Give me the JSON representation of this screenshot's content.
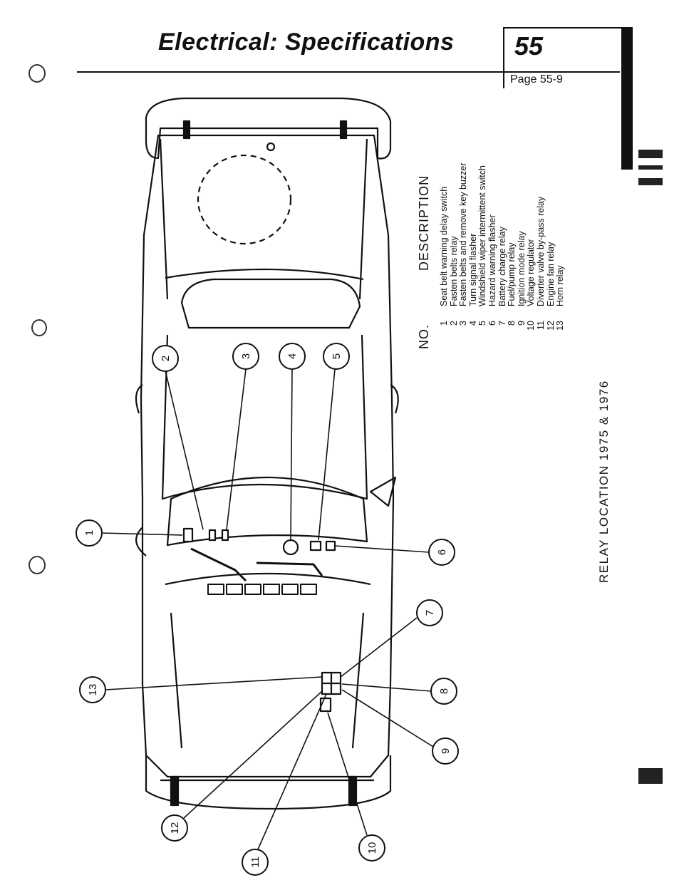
{
  "header": {
    "title": "Electrical: Specifications",
    "section": "55",
    "page": "Page 55-9"
  },
  "table": {
    "col_no": "NO.",
    "col_desc": "DESCRIPTION",
    "rows": [
      {
        "no": "1",
        "desc": "Seat belt warning delay switch"
      },
      {
        "no": "2",
        "desc": "Fasten belts relay"
      },
      {
        "no": "3",
        "desc": "Fasten belts and remove key buzzer"
      },
      {
        "no": "4",
        "desc": "Turn signal flasher"
      },
      {
        "no": "5",
        "desc": "Windshield wiper intermittent switch"
      },
      {
        "no": "6",
        "desc": "Hazard warning flasher"
      },
      {
        "no": "7",
        "desc": "Battery charge relay"
      },
      {
        "no": "8",
        "desc": "Fuel/pump relay"
      },
      {
        "no": "9",
        "desc": "Ignition mode relay"
      },
      {
        "no": "10",
        "desc": "Voltage regulator"
      },
      {
        "no": "11",
        "desc": "Diverter valve by-pass relay"
      },
      {
        "no": "12",
        "desc": "Engine fan relay"
      },
      {
        "no": "13",
        "desc": "Horn relay"
      }
    ]
  },
  "caption": "RELAY LOCATION 1975 & 1976",
  "callouts": [
    "1",
    "2",
    "3",
    "4",
    "5",
    "6",
    "7",
    "8",
    "9",
    "10",
    "11",
    "12",
    "13"
  ],
  "colors": {
    "ink": "#111111",
    "paper": "#ffffff"
  }
}
